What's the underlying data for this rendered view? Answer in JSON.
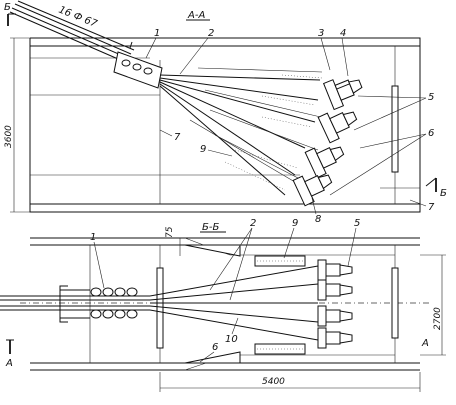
{
  "top_view": {
    "section_title": "А-А",
    "cable_label": "16 Ф 67",
    "height_dim": "3600",
    "cut_mark_left": "Б",
    "cut_mark_right": "Б",
    "callouts": [
      "1",
      "2",
      "3",
      "4",
      "5",
      "6",
      "7",
      "8",
      "9",
      "7"
    ]
  },
  "bottom_view": {
    "section_title": "Б-Б",
    "gap_dim": "75",
    "width_dim": "2700",
    "length_dim": "5400",
    "cut_mark_bottom": "А",
    "cut_mark_side": "А",
    "callouts": [
      "1",
      "2",
      "9",
      "5",
      "6",
      "10"
    ]
  }
}
